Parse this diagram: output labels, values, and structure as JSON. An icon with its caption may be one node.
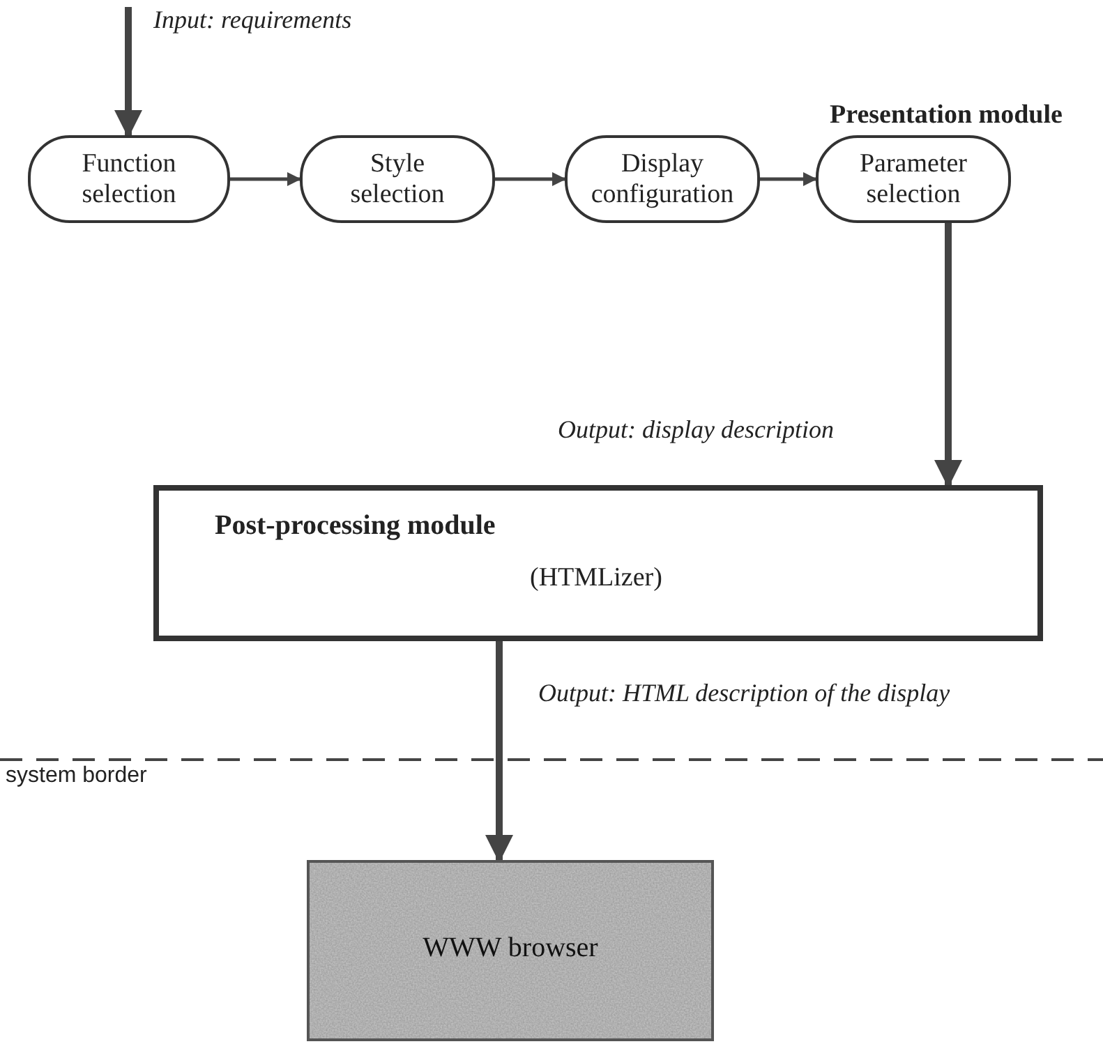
{
  "diagram": {
    "nodes": [
      {
        "text": [
          "Function selection"
        ]
      },
      {
        "text": [
          "Style selection"
        ]
      },
      {
        "text": [
          "Display configuration"
        ]
      },
      {
        "text": [
          "Parameter selection"
        ]
      },
      {
        "text": [
          "Post-processing module",
          "(HTMLizer)"
        ]
      },
      {
        "text": [
          "WWW browser"
        ]
      }
    ],
    "edges": [
      {
        "from": null,
        "to": 0,
        "arrow": "to",
        "label": "Input: requirements",
        "style": "thick"
      },
      {
        "from": 0,
        "to": 1,
        "arrow": "to"
      },
      {
        "from": 1,
        "to": 2,
        "arrow": "to"
      },
      {
        "from": 2,
        "to": 3,
        "arrow": "to"
      },
      {
        "from": 3,
        "to": 4,
        "arrow": "to",
        "label": "Output: display description",
        "style": "thick"
      },
      {
        "from": 4,
        "to": 5,
        "arrow": "to",
        "label": "Output: HTML description of the display",
        "style": "thick"
      }
    ],
    "labels": [
      "Presentation module",
      "system border"
    ]
  }
}
